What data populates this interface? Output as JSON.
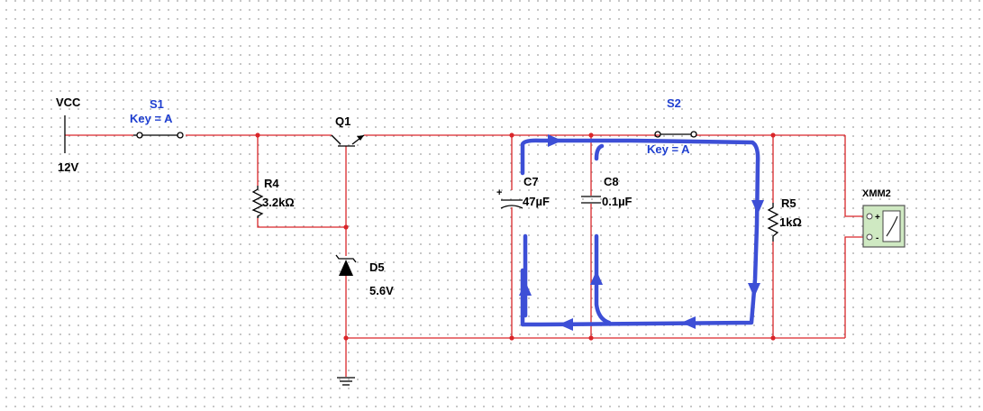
{
  "colors": {
    "wire": "#d9262a",
    "component": "#000000",
    "switch_label": "#1f3fd0",
    "current_flow_annotation": "#3d4fd6",
    "meter_fill": "#cfe9c2",
    "grid_dot": "#b9b9b9"
  },
  "power": {
    "name": "VCC",
    "value": "12V"
  },
  "switch_s1": {
    "name": "S1",
    "key": "Key = A"
  },
  "switch_s2": {
    "name": "S2",
    "key": "Key = A"
  },
  "transistor": {
    "name": "Q1"
  },
  "resistor_r4": {
    "name": "R4",
    "value": "3.2kΩ"
  },
  "zener_d5": {
    "name": "D5",
    "value": "5.6V"
  },
  "capacitor_c7": {
    "name": "C7",
    "value": "47µF",
    "polarity": "+"
  },
  "capacitor_c8": {
    "name": "C8",
    "value": "0.1µF"
  },
  "resistor_r5": {
    "name": "R5",
    "value": "1kΩ"
  },
  "multimeter": {
    "name": "XMM2",
    "plus": "+",
    "minus": "-"
  },
  "ground": {
    "icon": "ground-icon"
  }
}
